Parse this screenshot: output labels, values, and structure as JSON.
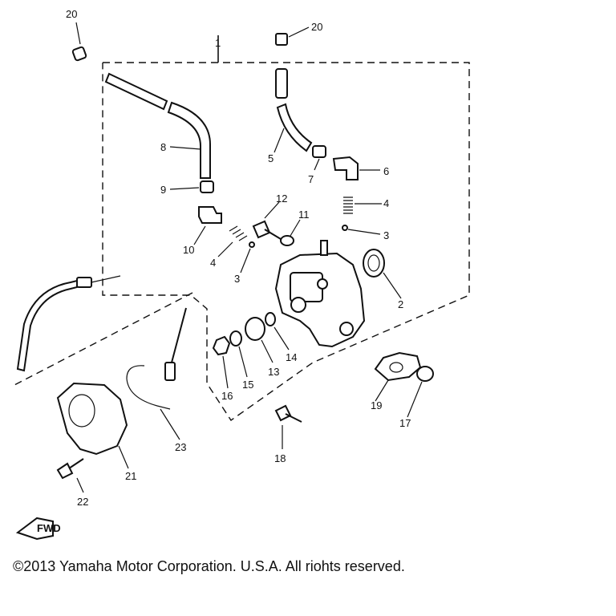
{
  "callouts": {
    "n1": "1",
    "n2": "2",
    "n3a": "3",
    "n3b": "3",
    "n4a": "4",
    "n4b": "4",
    "n5": "5",
    "n6": "6",
    "n7": "7",
    "n8": "8",
    "n9": "9",
    "n10": "10",
    "n11": "11",
    "n12": "12",
    "n13": "13",
    "n14": "14",
    "n15": "15",
    "n16": "16",
    "n17": "17",
    "n18": "18",
    "n19": "19",
    "n20a": "20",
    "n20b": "20",
    "n21": "21",
    "n22": "22",
    "n23": "23"
  },
  "fwd_label": "FWD",
  "copyright": "©2013 Yamaha Motor Corporation. U.S.A. All riohts reserved."
}
